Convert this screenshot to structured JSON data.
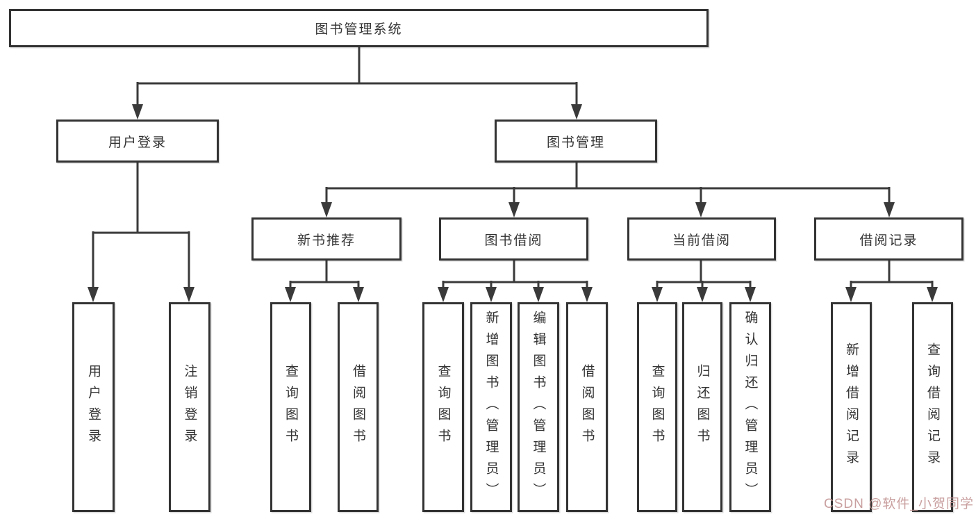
{
  "tree": {
    "root": {
      "label": "图书管理系统",
      "children": [
        {
          "label": "用户登录",
          "children": [
            {
              "label": "用户登录"
            },
            {
              "label": "注销登录"
            }
          ]
        },
        {
          "label": "图书管理",
          "children": [
            {
              "label": "新书推荐",
              "children": [
                {
                  "label": "查询图书"
                },
                {
                  "label": "借阅图书"
                }
              ]
            },
            {
              "label": "图书借阅",
              "children": [
                {
                  "label": "查询图书"
                },
                {
                  "label": "新增图书（管理员）"
                },
                {
                  "label": "编辑图书（管理员）"
                },
                {
                  "label": "借阅图书"
                }
              ]
            },
            {
              "label": "当前借阅",
              "children": [
                {
                  "label": "查询图书"
                },
                {
                  "label": "归还图书"
                },
                {
                  "label": "确认归还（管理员）"
                }
              ]
            },
            {
              "label": "借阅记录",
              "children": [
                {
                  "label": "新增借阅记录"
                },
                {
                  "label": "查询借阅记录"
                }
              ]
            }
          ]
        }
      ]
    }
  },
  "watermark": {
    "text": "CSDN @软件_小贺同学"
  },
  "colors": {
    "line": "#3a3a3a",
    "border": "#333333",
    "text": "#333333",
    "watermark": "#c49595",
    "background": "#ffffff"
  }
}
